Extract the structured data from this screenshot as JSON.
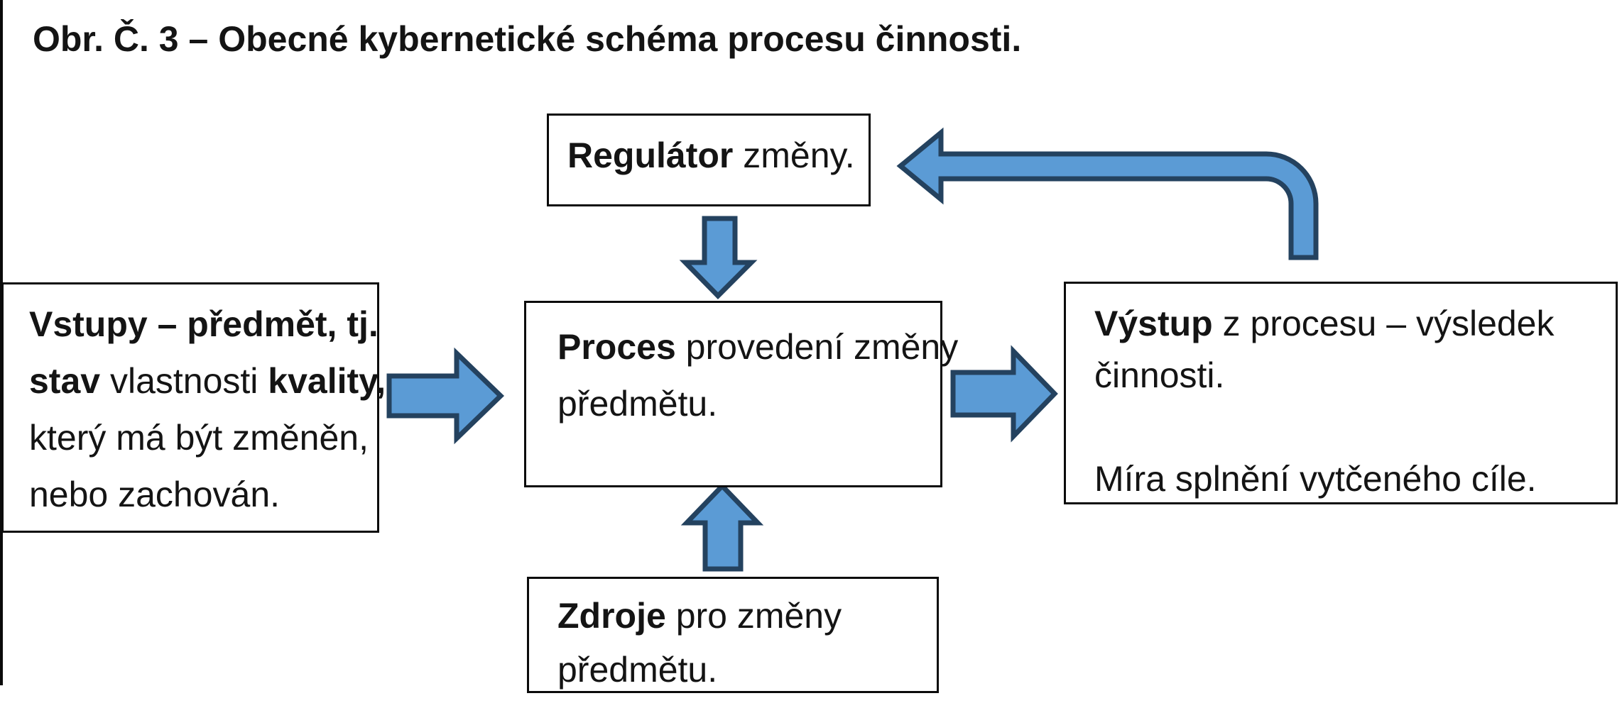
{
  "title": "Obr. Č. 3 – Obecné kybernetické schéma procesu činnosti.",
  "colors": {
    "background": "#FFFFFF",
    "text": "#141414",
    "box_border": "#0B0B0B",
    "arrow_fill": "#5B9BD5",
    "arrow_outline": "#24425F"
  },
  "boxes": {
    "regulator": {
      "lines": [
        [
          {
            "text": "Regulátor",
            "bold": true
          },
          {
            "text": " změny.",
            "bold": false
          }
        ]
      ]
    },
    "inputs": {
      "lines": [
        [
          {
            "text": "Vstupy – předmět, tj.",
            "bold": true
          }
        ],
        [
          {
            "text": "stav",
            "bold": true
          },
          {
            "text": " vlastnosti ",
            "bold": false
          },
          {
            "text": "kvality,",
            "bold": true
          }
        ],
        [
          {
            "text": "který má být změněn,",
            "bold": false
          }
        ],
        [
          {
            "text": "nebo zachován.",
            "bold": false
          }
        ]
      ]
    },
    "process": {
      "lines": [
        [
          {
            "text": "Proces",
            "bold": true
          },
          {
            "text": " provedení změny",
            "bold": false
          }
        ],
        [
          {
            "text": "předmětu.",
            "bold": false
          }
        ]
      ]
    },
    "output": {
      "lines": [
        [
          {
            "text": "Výstup",
            "bold": true
          },
          {
            "text": " z procesu – výsledek",
            "bold": false
          }
        ],
        [
          {
            "text": "činnosti.",
            "bold": false
          }
        ],
        [
          {
            "text": "",
            "bold": false
          }
        ],
        [
          {
            "text": "Míra splnění vytčeného cíle.",
            "bold": false
          }
        ]
      ]
    },
    "resources": {
      "lines": [
        [
          {
            "text": "Zdroje",
            "bold": true
          },
          {
            "text": " pro změny",
            "bold": false
          }
        ],
        [
          {
            "text": "předmětu.",
            "bold": false
          }
        ]
      ]
    }
  },
  "arrows": {
    "input_to_process": "arrow-input-to-process",
    "process_to_output": "arrow-process-to-output",
    "regulator_to_process": "arrow-regulator-to-process",
    "resources_to_process": "arrow-resources-to-process",
    "output_feedback_to_regulator": "arrow-feedback-bent"
  }
}
